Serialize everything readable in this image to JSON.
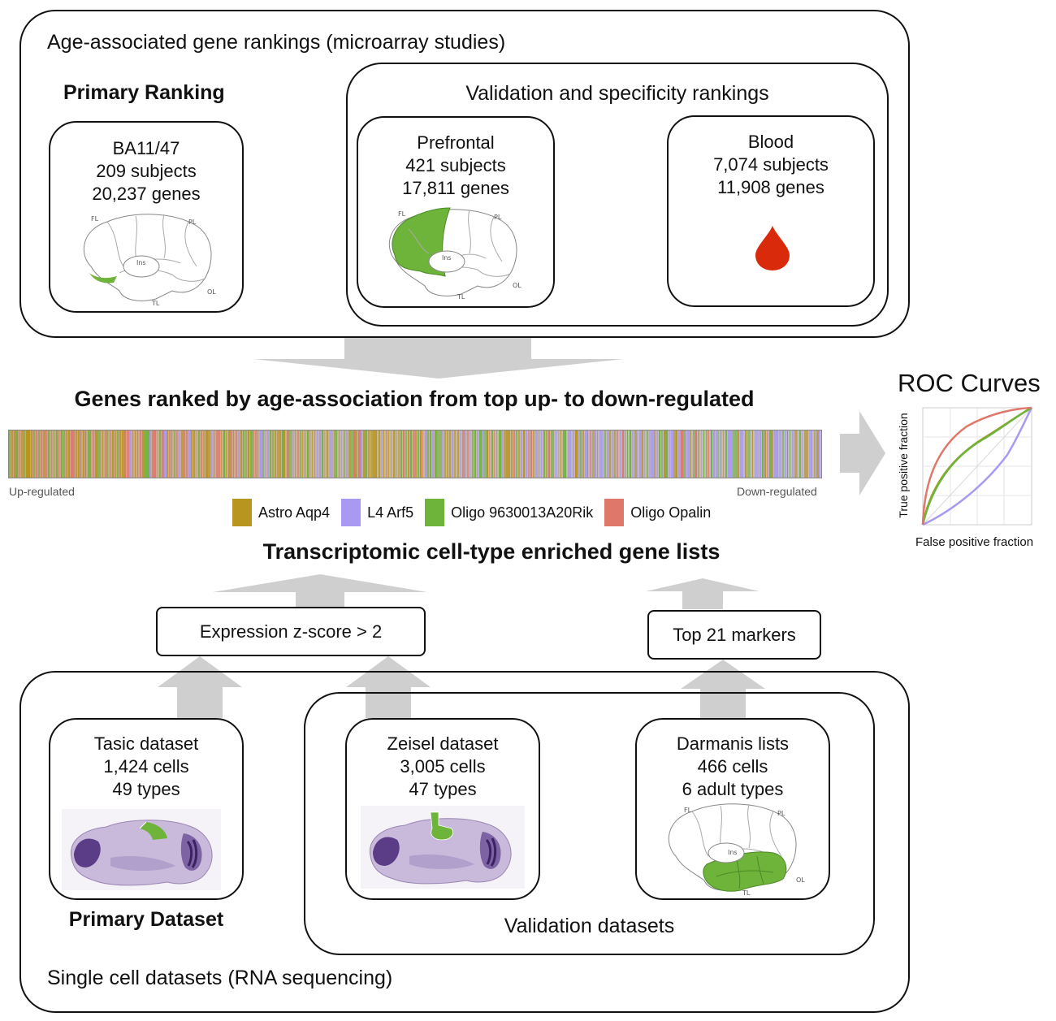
{
  "top_panel": {
    "title": "Age-associated gene rankings (microarray studies)",
    "primary": {
      "heading": "Primary Ranking",
      "card_lines": [
        "BA11/47",
        "209 subjects",
        "20,237 genes"
      ]
    },
    "validation": {
      "heading": "Validation and specificity rankings",
      "prefrontal_lines": [
        "Prefrontal",
        "421 subjects",
        "17,811 genes"
      ],
      "blood_lines": [
        "Blood",
        "7,074 subjects",
        "11,908 genes"
      ]
    },
    "brain_labels": {
      "fl": "FL",
      "pl": "PL",
      "ins": "Ins",
      "ol": "OL",
      "tl": "TL"
    }
  },
  "ranking": {
    "title": "Genes ranked by age-association from top up- to down-regulated",
    "left_label": "Up-regulated",
    "right_label": "Down-regulated",
    "legend": [
      {
        "label": "Astro Aqp4",
        "color": "#b8951e"
      },
      {
        "label": "L4 Arf5",
        "color": "#a999f2"
      },
      {
        "label": "Oligo 9630013A20Rik",
        "color": "#6eb33a"
      },
      {
        "label": "Oligo Opalin",
        "color": "#e0776b"
      }
    ]
  },
  "roc": {
    "title": "ROC Curves",
    "xlabel": "False positive fraction",
    "ylabel": "True positive fraction"
  },
  "cell_lists": {
    "title": "Transcriptomic cell-type enriched gene lists",
    "zscore_label": "Expression z-score > 2",
    "markers_label": "Top 21 markers"
  },
  "bottom_panel": {
    "title": "Single cell datasets (RNA sequencing)",
    "primary_heading": "Primary Dataset",
    "validation_heading": "Validation datasets",
    "tasic_lines": [
      "Tasic dataset",
      "1,424 cells",
      "49 types"
    ],
    "zeisel_lines": [
      "Zeisel dataset",
      "3,005 cells",
      "47 types"
    ],
    "darmanis_lines": [
      "Darmanis lists",
      "466 cells",
      "6 adult types"
    ]
  },
  "colors": {
    "green": "#6eb33a",
    "blood_red": "#d92a0c",
    "arrow_gray": "#cfcfcf"
  }
}
